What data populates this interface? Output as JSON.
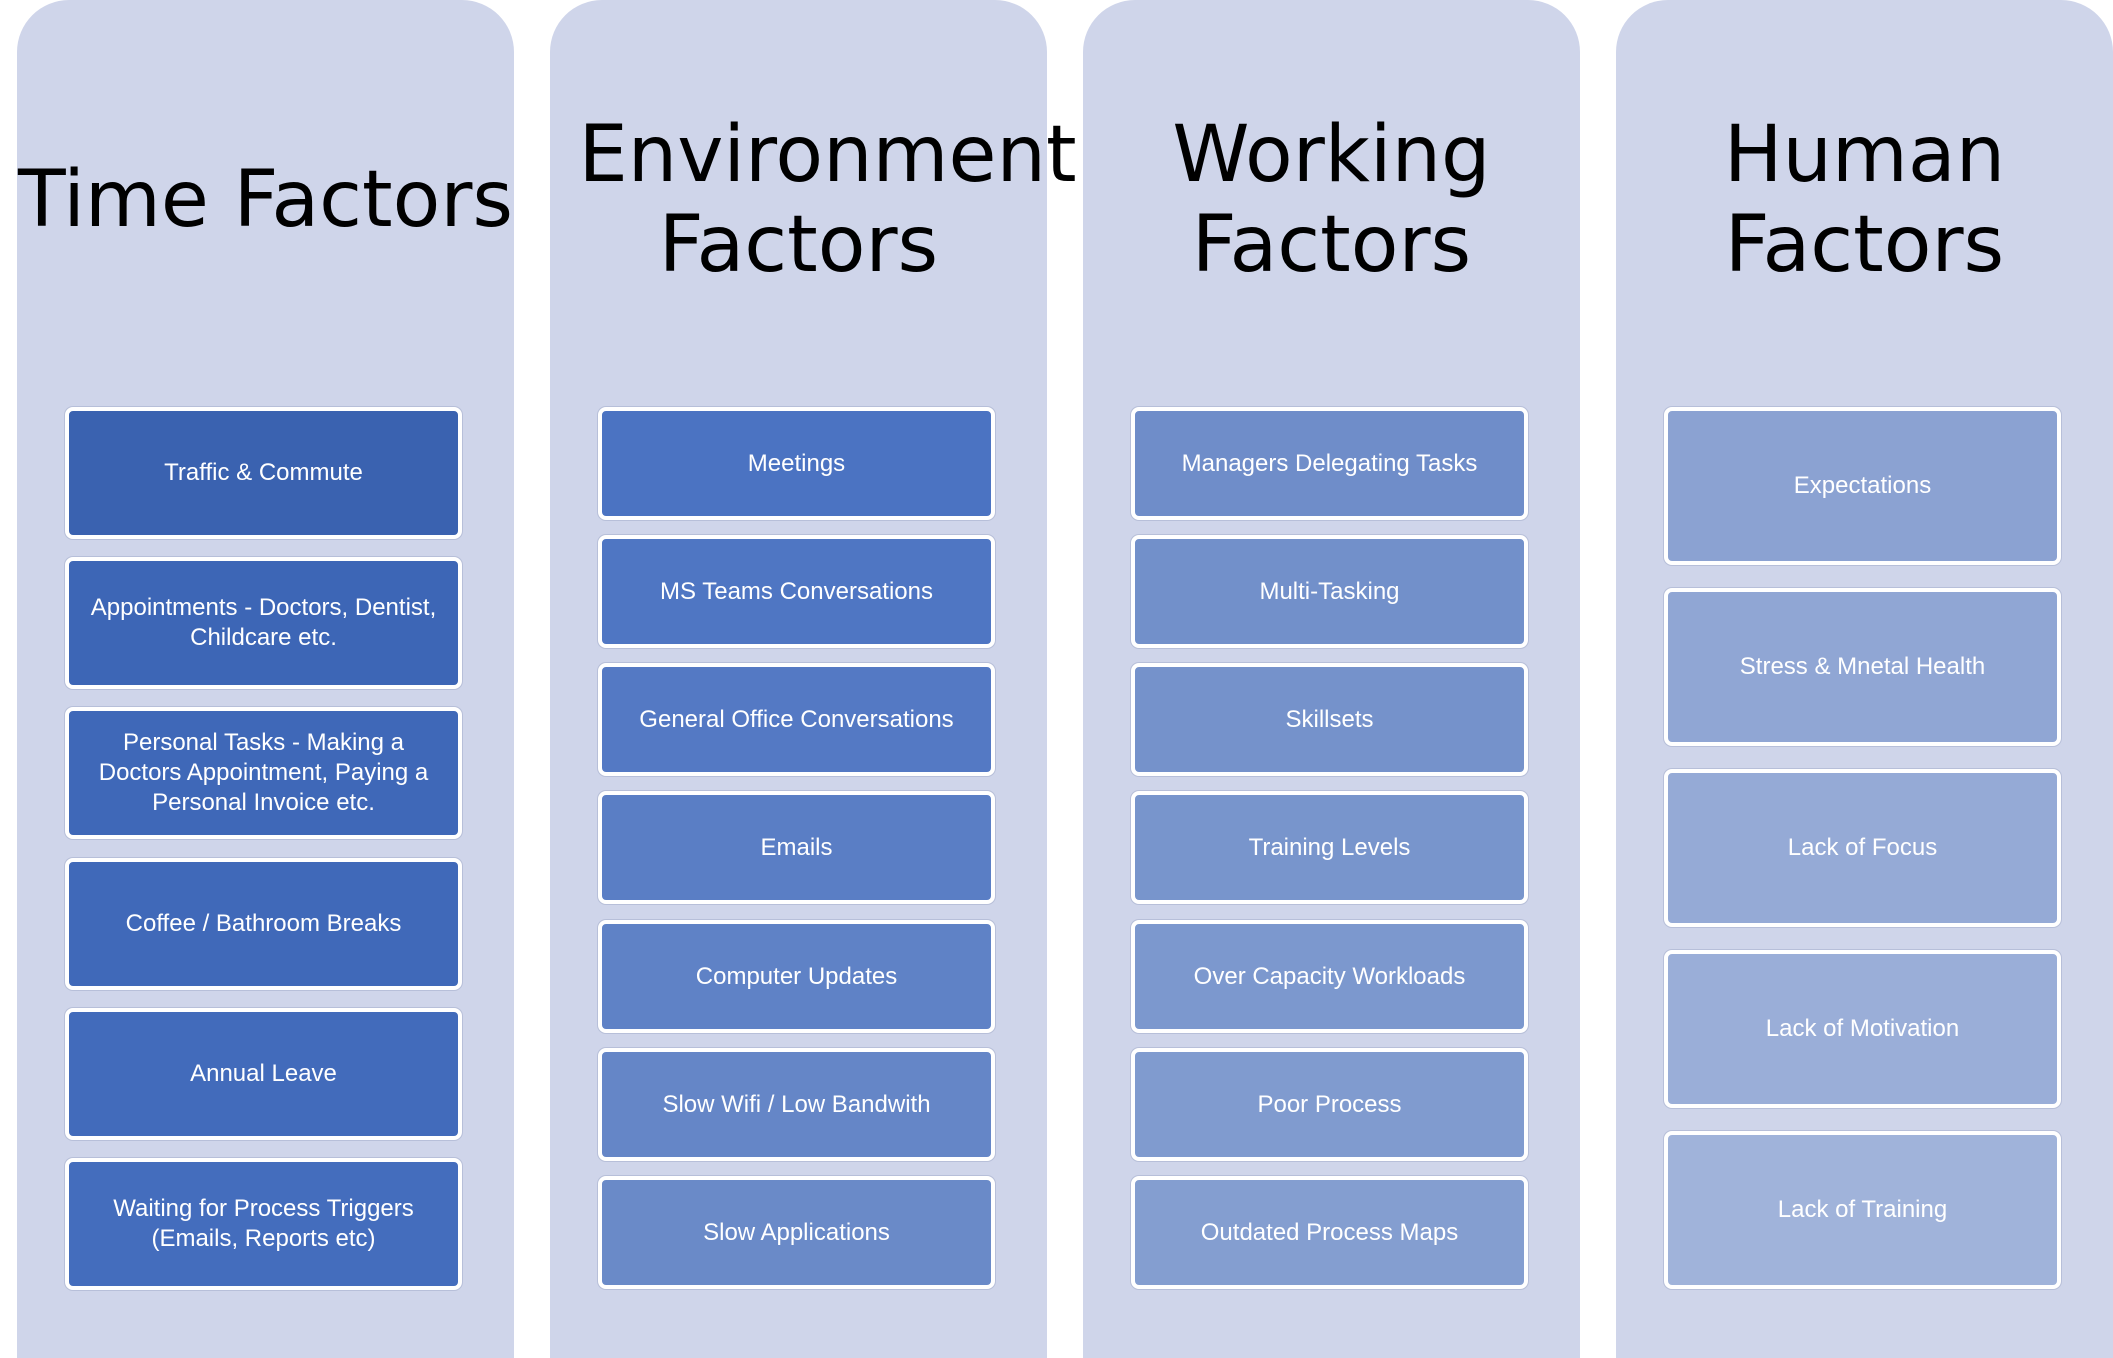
{
  "columns": [
    {
      "title": "Time Factors",
      "items": [
        "Traffic & Commute",
        "Appointments - Doctors, Dentist, Childcare etc.",
        "Personal Tasks - Making a Doctors Appointment, Paying a Personal Invoice etc.",
        "Coffee / Bathroom Breaks",
        "Annual Leave",
        "Waiting for Process Triggers (Emails, Reports etc)"
      ],
      "colors": [
        "#3a62b0",
        "#3d66b6",
        "#3f68b8",
        "#4069b9",
        "#426bbb",
        "#446dbd"
      ]
    },
    {
      "title": "Environment Factors",
      "items": [
        "Meetings",
        "MS Teams Conversations",
        "General Office Conversations",
        "Emails",
        "Computer Updates",
        "Slow Wifi / Low Bandwith",
        "Slow Applications"
      ],
      "colors": [
        "#4b73c2",
        "#4f76c3",
        "#5479c4",
        "#5a7ec5",
        "#5f82c6",
        "#6586c7",
        "#6a8ac8"
      ]
    },
    {
      "title": "Working Factors",
      "items": [
        "Managers Delegating Tasks",
        "Multi-Tasking",
        "Skillsets",
        "Training Levels",
        "Over Capacity Workloads",
        "Poor Process",
        "Outdated Process Maps"
      ],
      "colors": [
        "#6f8dc9",
        "#7290ca",
        "#7592cb",
        "#7895cc",
        "#7c98ce",
        "#809bcf",
        "#849ed0"
      ]
    },
    {
      "title": "Human Factors",
      "items": [
        "Expectations",
        "Stress & Mnetal Health",
        "Lack of Focus",
        "Lack of Motivation",
        "Lack of Training"
      ],
      "colors": [
        "#8ba2d2",
        "#90a6d4",
        "#95aad6",
        "#9aaed8",
        "#a0b3da"
      ]
    }
  ]
}
